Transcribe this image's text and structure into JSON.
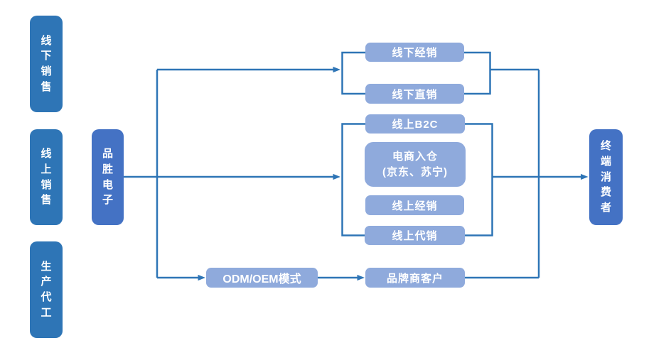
{
  "diagram": {
    "categories": [
      {
        "label": "线下销售"
      },
      {
        "label": "线上销售"
      },
      {
        "label": "生产代工"
      }
    ],
    "company": {
      "label": "品胜电子"
    },
    "consumer": {
      "label": "终端消费者"
    },
    "offline_channels": [
      {
        "label": "线下经销"
      },
      {
        "label": "线下直销"
      }
    ],
    "online_channels": [
      {
        "label": "线上B2C"
      },
      {
        "label": "电商入仓\n(京东、苏宁)"
      },
      {
        "label": "线上经销"
      },
      {
        "label": "线上代销"
      }
    ],
    "oem_mode": {
      "label": "ODM/OEM模式"
    },
    "brand_customer": {
      "label": "品牌商客户"
    },
    "colors": {
      "category_box": "#2E75B6",
      "primary_box": "#4472C4",
      "channel_box": "#8FAADC",
      "connector": "#2E75B6"
    }
  }
}
